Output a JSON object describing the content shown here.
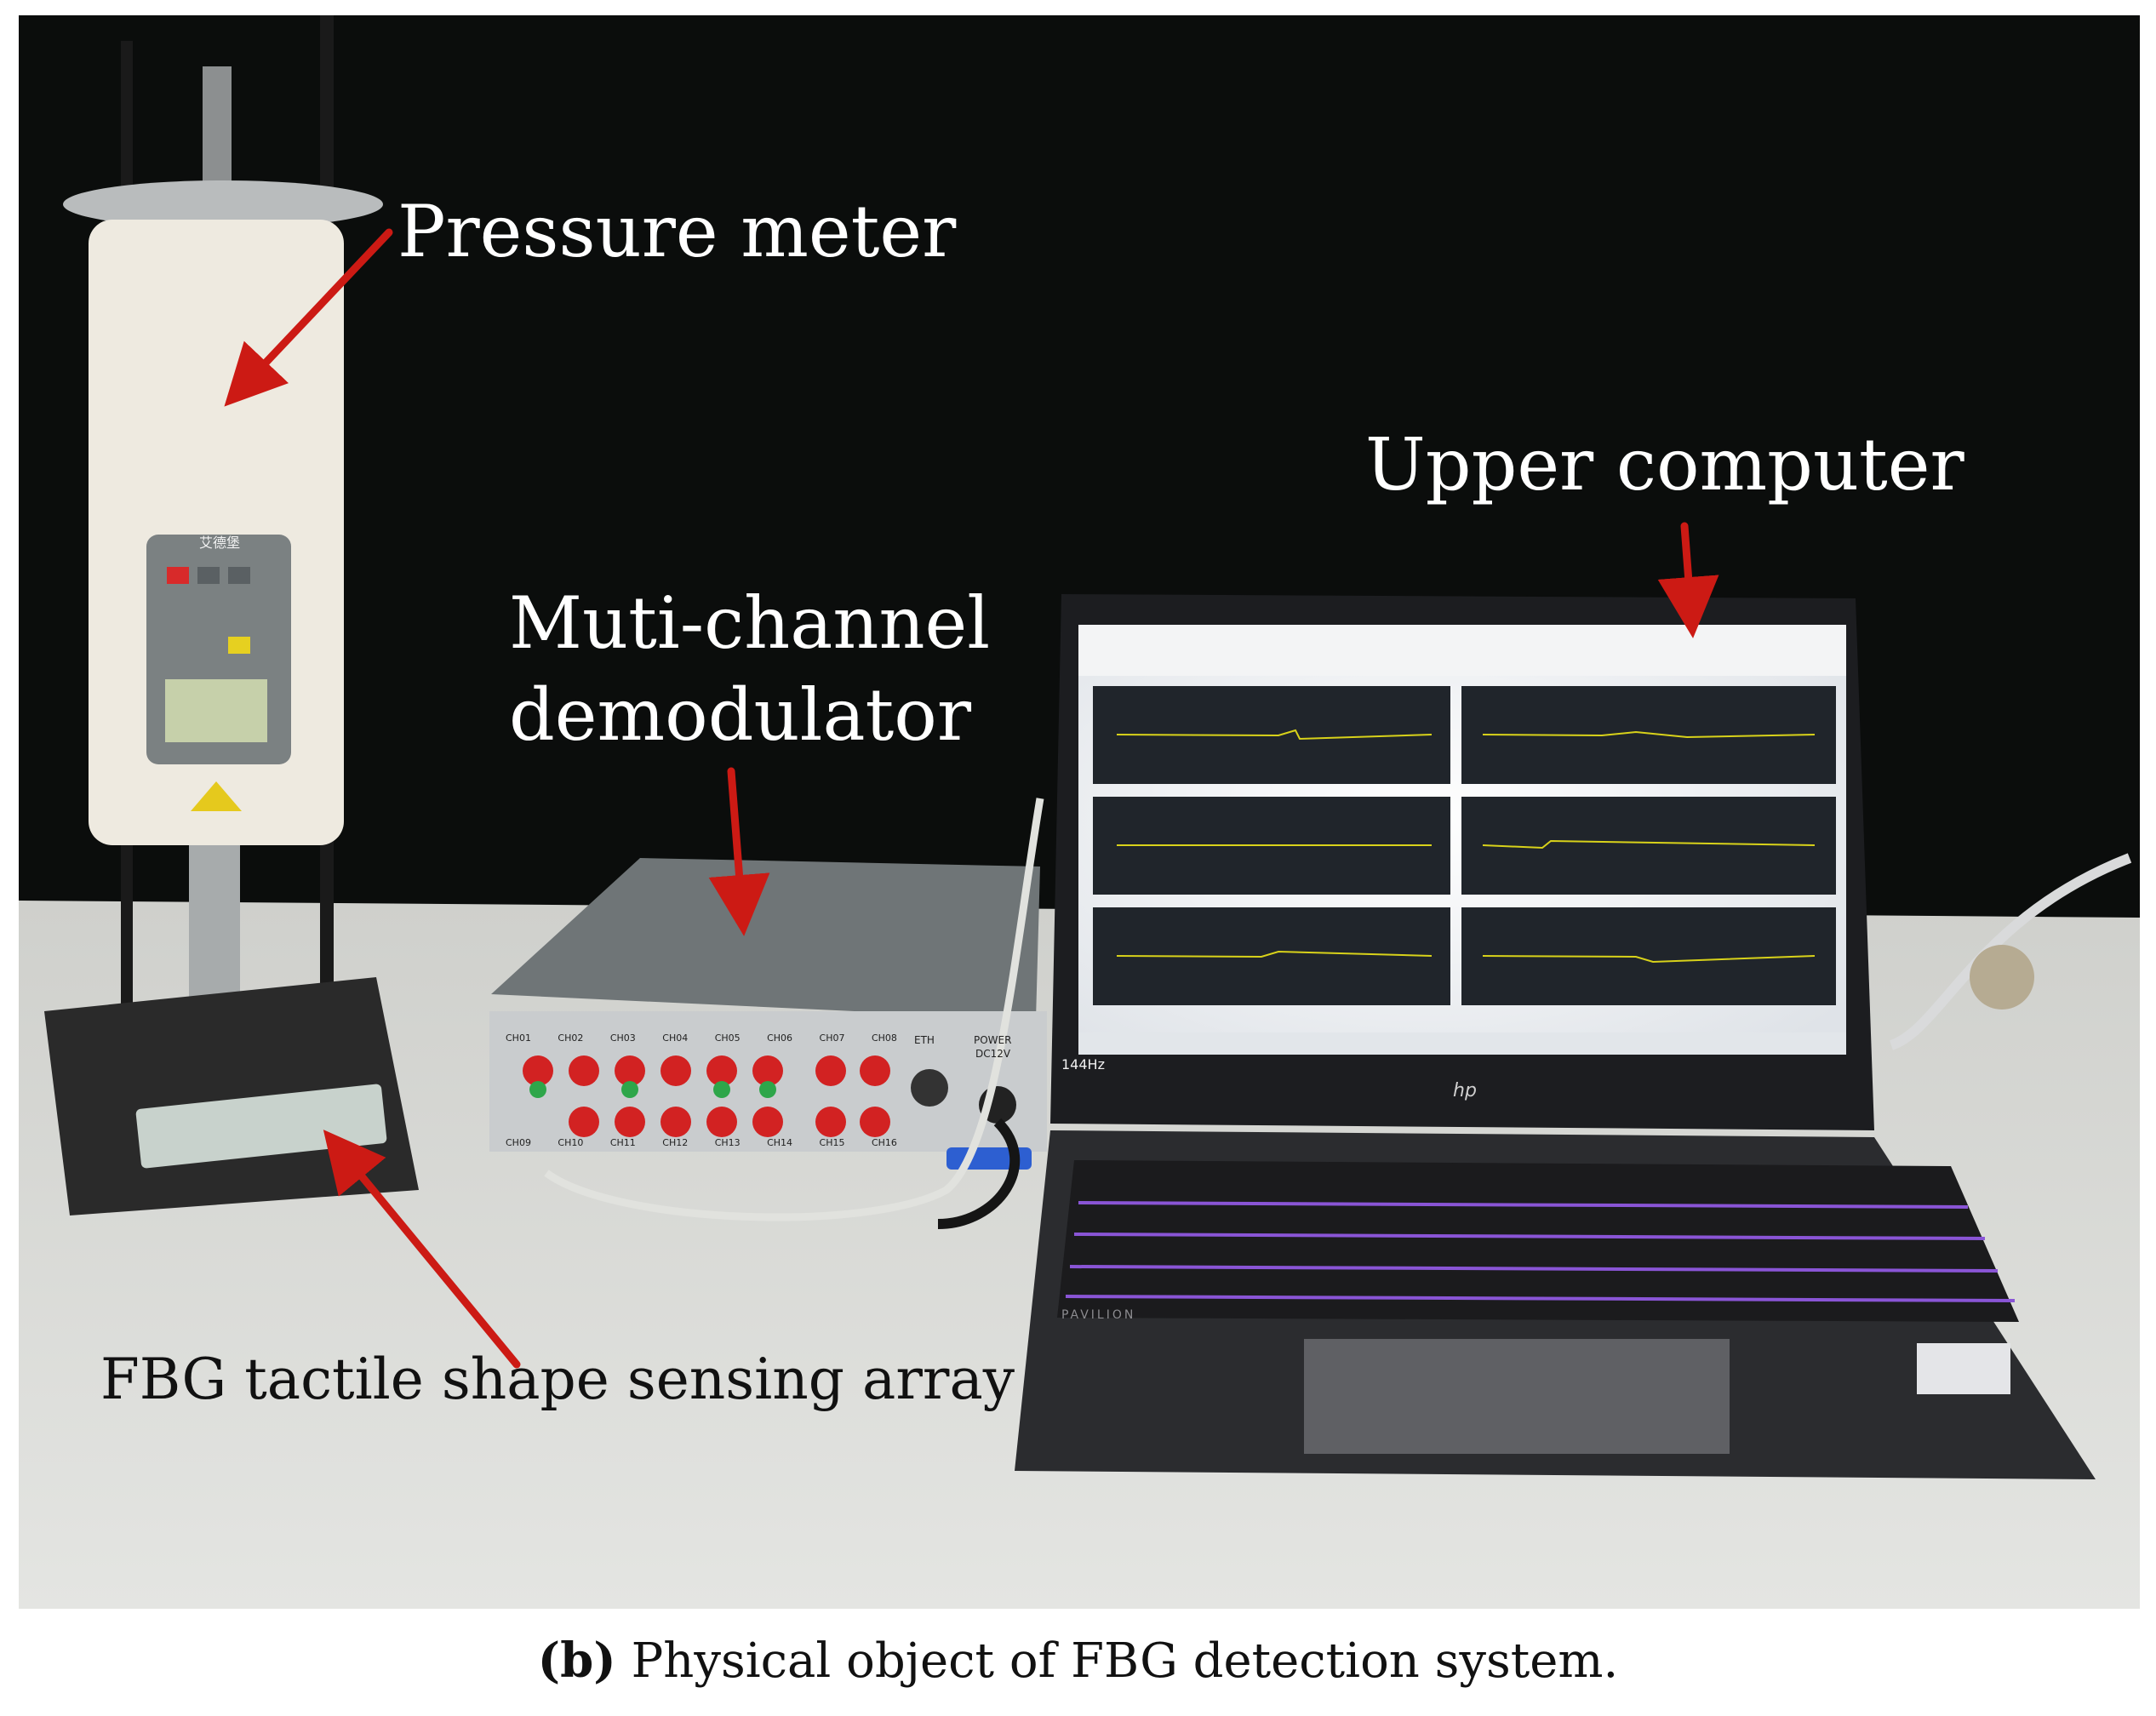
{
  "figure": {
    "labels": {
      "pressure_meter": "Pressure meter",
      "multi_channel_line1": "Muti-channel",
      "multi_channel_line2": "demodulator",
      "upper_computer": "Upper computer",
      "fbg_array": "FBG tactile shape sensing array"
    },
    "caption": {
      "tag": "(b)",
      "text": "Physical object of FBG detection system."
    },
    "demodulator": {
      "ch_top": [
        "CH01",
        "CH02",
        "CH03",
        "CH04",
        "CH05",
        "CH06",
        "CH07",
        "CH08"
      ],
      "ch_bottom": [
        "CH09",
        "CH10",
        "CH11",
        "CH12",
        "CH13",
        "CH14",
        "CH15",
        "CH16"
      ],
      "eth": "ETH",
      "power_line1": "POWER",
      "power_line2": "DC12V"
    },
    "laptop": {
      "brand": "hp",
      "model": "PAVILION",
      "refresh": "144Hz"
    },
    "meter": {
      "brand": "艾德堡"
    },
    "colors": {
      "background": "#0b0d0c",
      "table": "#d9dad6",
      "arrow": "#cc1a14",
      "screen": "#e9ecef",
      "trace": "#d8d21a",
      "keyboard_glow": "#8a55d6"
    }
  }
}
